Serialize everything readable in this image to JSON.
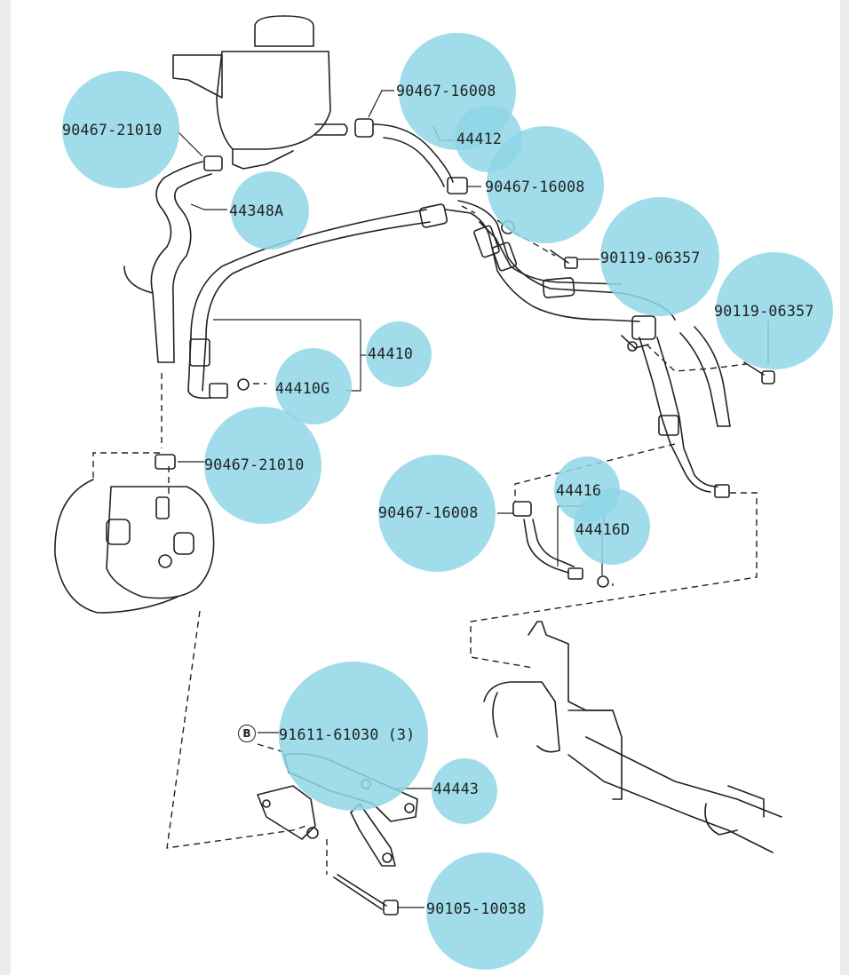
{
  "parts": {
    "p90467_21010_top": "90467-21010",
    "p90467_16008_top": "90467-16008",
    "p44412": "44412",
    "p90467_16008_mid": "90467-16008",
    "p44348A": "44348A",
    "p90119_06357_a": "90119-06357",
    "p90119_06357_b": "90119-06357",
    "p44410": "44410",
    "p44410G": "44410G",
    "p90467_21010_pump": "90467-21010",
    "p44416": "44416",
    "p90467_16008_low": "90467-16008",
    "p44416D": "44416D",
    "p91611_61030": "91611-61030 (3)",
    "p44443": "44443",
    "p90105_10038": "90105-10038"
  },
  "marker_b": "B",
  "colors": {
    "highlight": "#8fd6e6",
    "line": "#222222"
  }
}
